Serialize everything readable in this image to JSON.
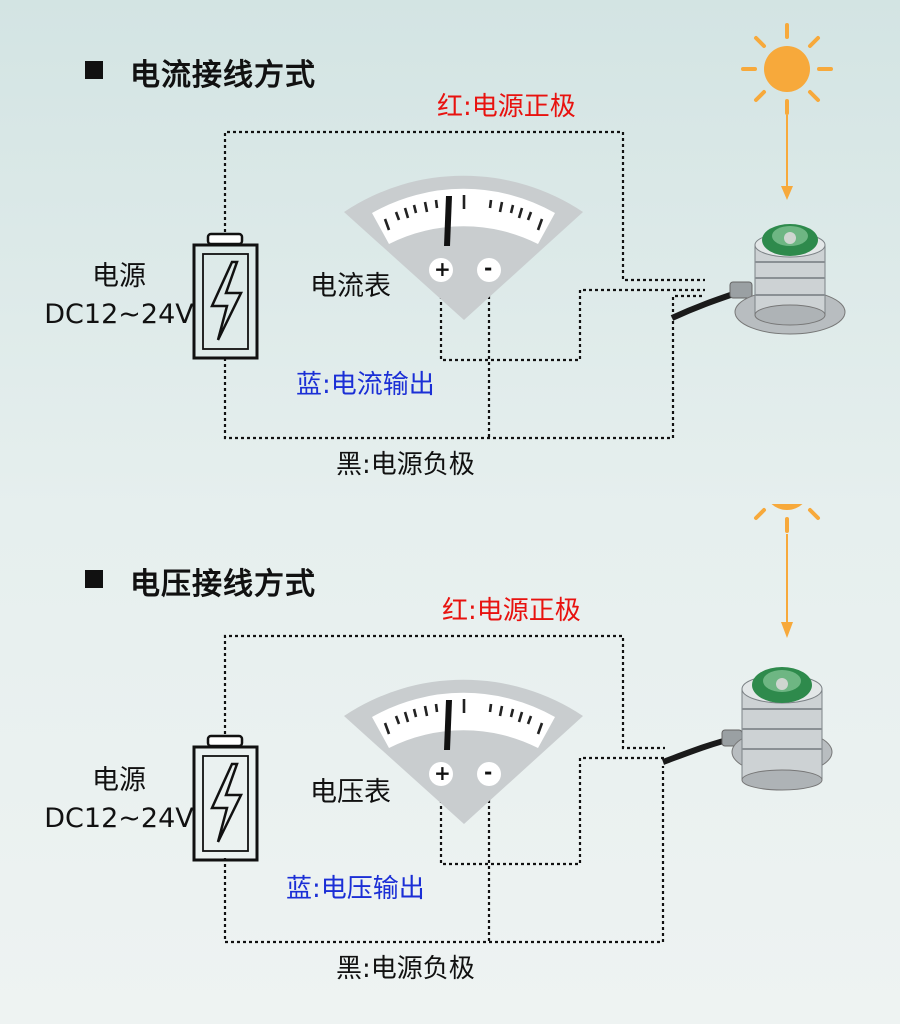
{
  "sections": [
    {
      "title": "电流接线方式",
      "red_label": "红:电源正极",
      "blue_label": "蓝:电流输出",
      "black_label": "黑:电源负极",
      "psu_line1": "电源",
      "psu_line2": "DC12~24V",
      "meter_label": "电流表",
      "meter_plus": "+",
      "meter_minus": "-"
    },
    {
      "title": "电压接线方式",
      "red_label": "红:电源正极",
      "blue_label": "蓝:电压输出",
      "black_label": "黑:电源负极",
      "psu_line1": "电源",
      "psu_line2": "DC12~24V",
      "meter_label": "电压表",
      "meter_plus": "+",
      "meter_minus": "-"
    }
  ],
  "colors": {
    "positive": "#e8120f",
    "output": "#1b2fd6",
    "negative": "#111111",
    "sun": "#f7a93b"
  },
  "icons": [
    "sun-icon",
    "battery-icon",
    "lightning-icon",
    "analog-meter-icon",
    "sensor-device-icon"
  ]
}
